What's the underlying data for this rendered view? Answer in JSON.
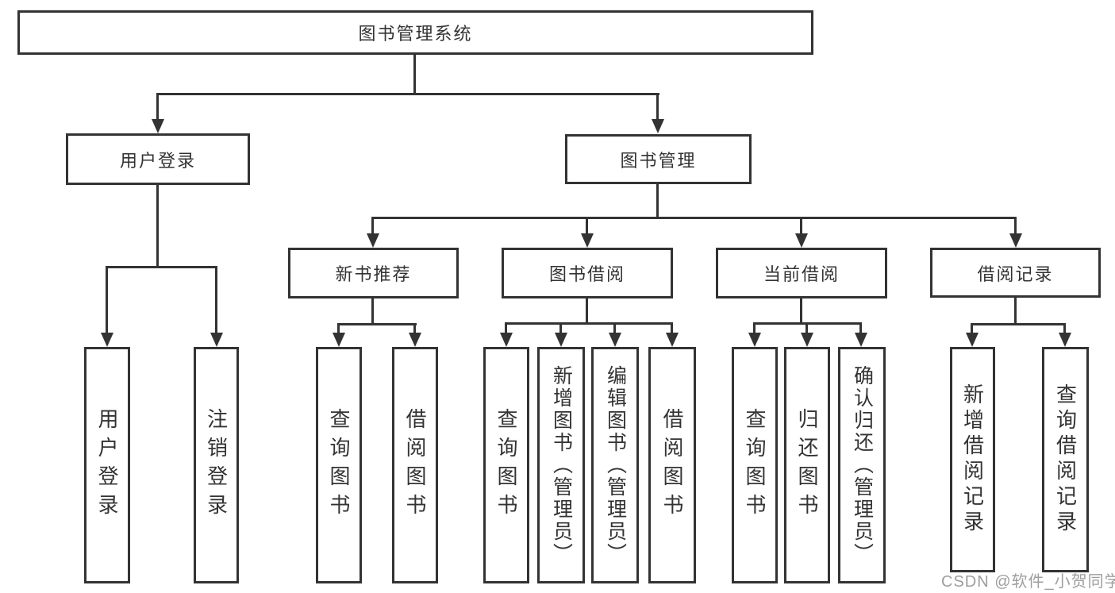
{
  "diagram_title": "图书管理系统",
  "colors": {
    "line": "#333333",
    "text": "#333333",
    "background": "#ffffff",
    "watermark": "#9e9e9e"
  },
  "watermark": "CSDN @软件_小贺同学",
  "tree": {
    "root": {
      "label": "图书管理系统"
    },
    "branches": [
      {
        "label": "用户登录",
        "children": [
          {
            "label": "用户登录"
          },
          {
            "label": "注销登录"
          }
        ]
      },
      {
        "label": "图书管理",
        "children": [
          {
            "label": "新书推荐",
            "children": [
              {
                "label": "查询图书"
              },
              {
                "label": "借阅图书"
              }
            ]
          },
          {
            "label": "图书借阅",
            "children": [
              {
                "label": "查询图书"
              },
              {
                "label": "新增图书（管理员）"
              },
              {
                "label": "编辑图书（管理员）"
              },
              {
                "label": "借阅图书"
              }
            ]
          },
          {
            "label": "当前借阅",
            "children": [
              {
                "label": "查询图书"
              },
              {
                "label": "归还图书"
              },
              {
                "label": "确认归还（管理员）"
              }
            ]
          },
          {
            "label": "借阅记录",
            "children": [
              {
                "label": "新增借阅记录"
              },
              {
                "label": "查询借阅记录"
              }
            ]
          }
        ]
      }
    ]
  }
}
